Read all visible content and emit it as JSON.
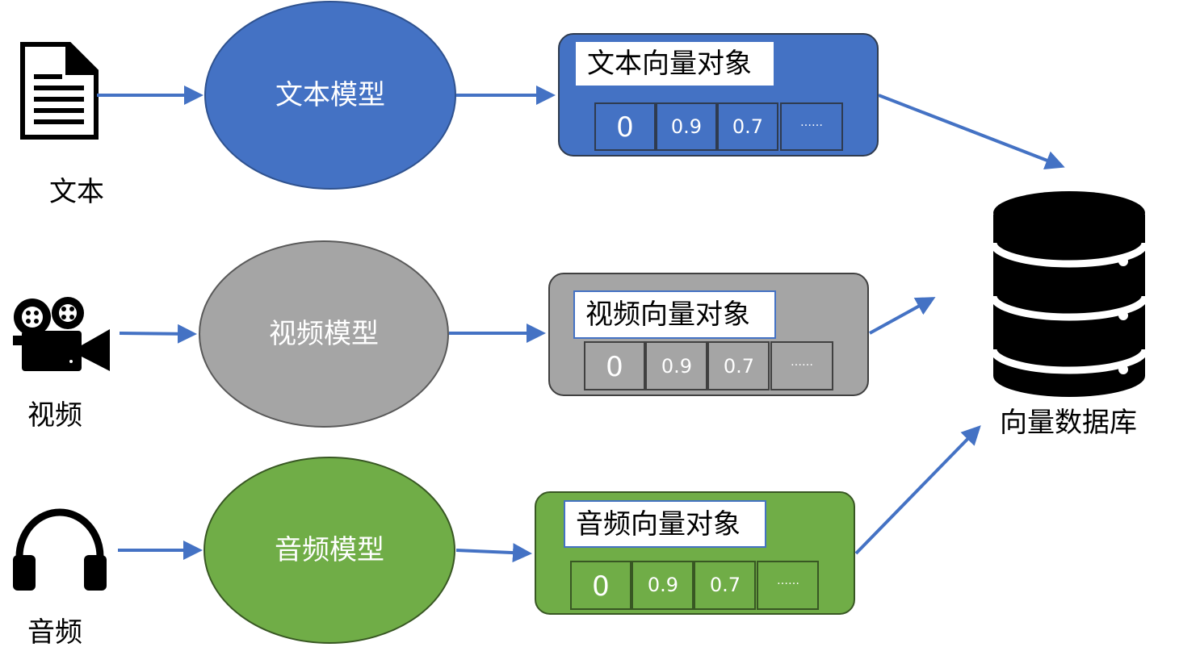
{
  "sources": [
    {
      "label": "文本",
      "icon": "document-icon"
    },
    {
      "label": "视频",
      "icon": "video-camera-icon"
    },
    {
      "label": "音频",
      "icon": "headphones-icon"
    }
  ],
  "models": [
    {
      "label": "文本模型",
      "color": "#4472c4"
    },
    {
      "label": "视频模型",
      "color": "#a5a5a5"
    },
    {
      "label": "音频模型",
      "color": "#70ad47"
    }
  ],
  "vectors": [
    {
      "title": "文本向量对象",
      "color": "#4472c4",
      "cells": [
        "0",
        "0.9",
        "0.7",
        "……"
      ]
    },
    {
      "title": "视频向量对象",
      "color": "#a5a5a5",
      "cells": [
        "0",
        "0.9",
        "0.7",
        "……"
      ]
    },
    {
      "title": "音频向量对象",
      "color": "#70ad47",
      "cells": [
        "0",
        "0.9",
        "0.7",
        "……"
      ]
    }
  ],
  "database": {
    "label": "向量数据库",
    "icon": "database-icon"
  },
  "colors": {
    "arrow": "#4472c4",
    "border": "#2f3b4f"
  }
}
